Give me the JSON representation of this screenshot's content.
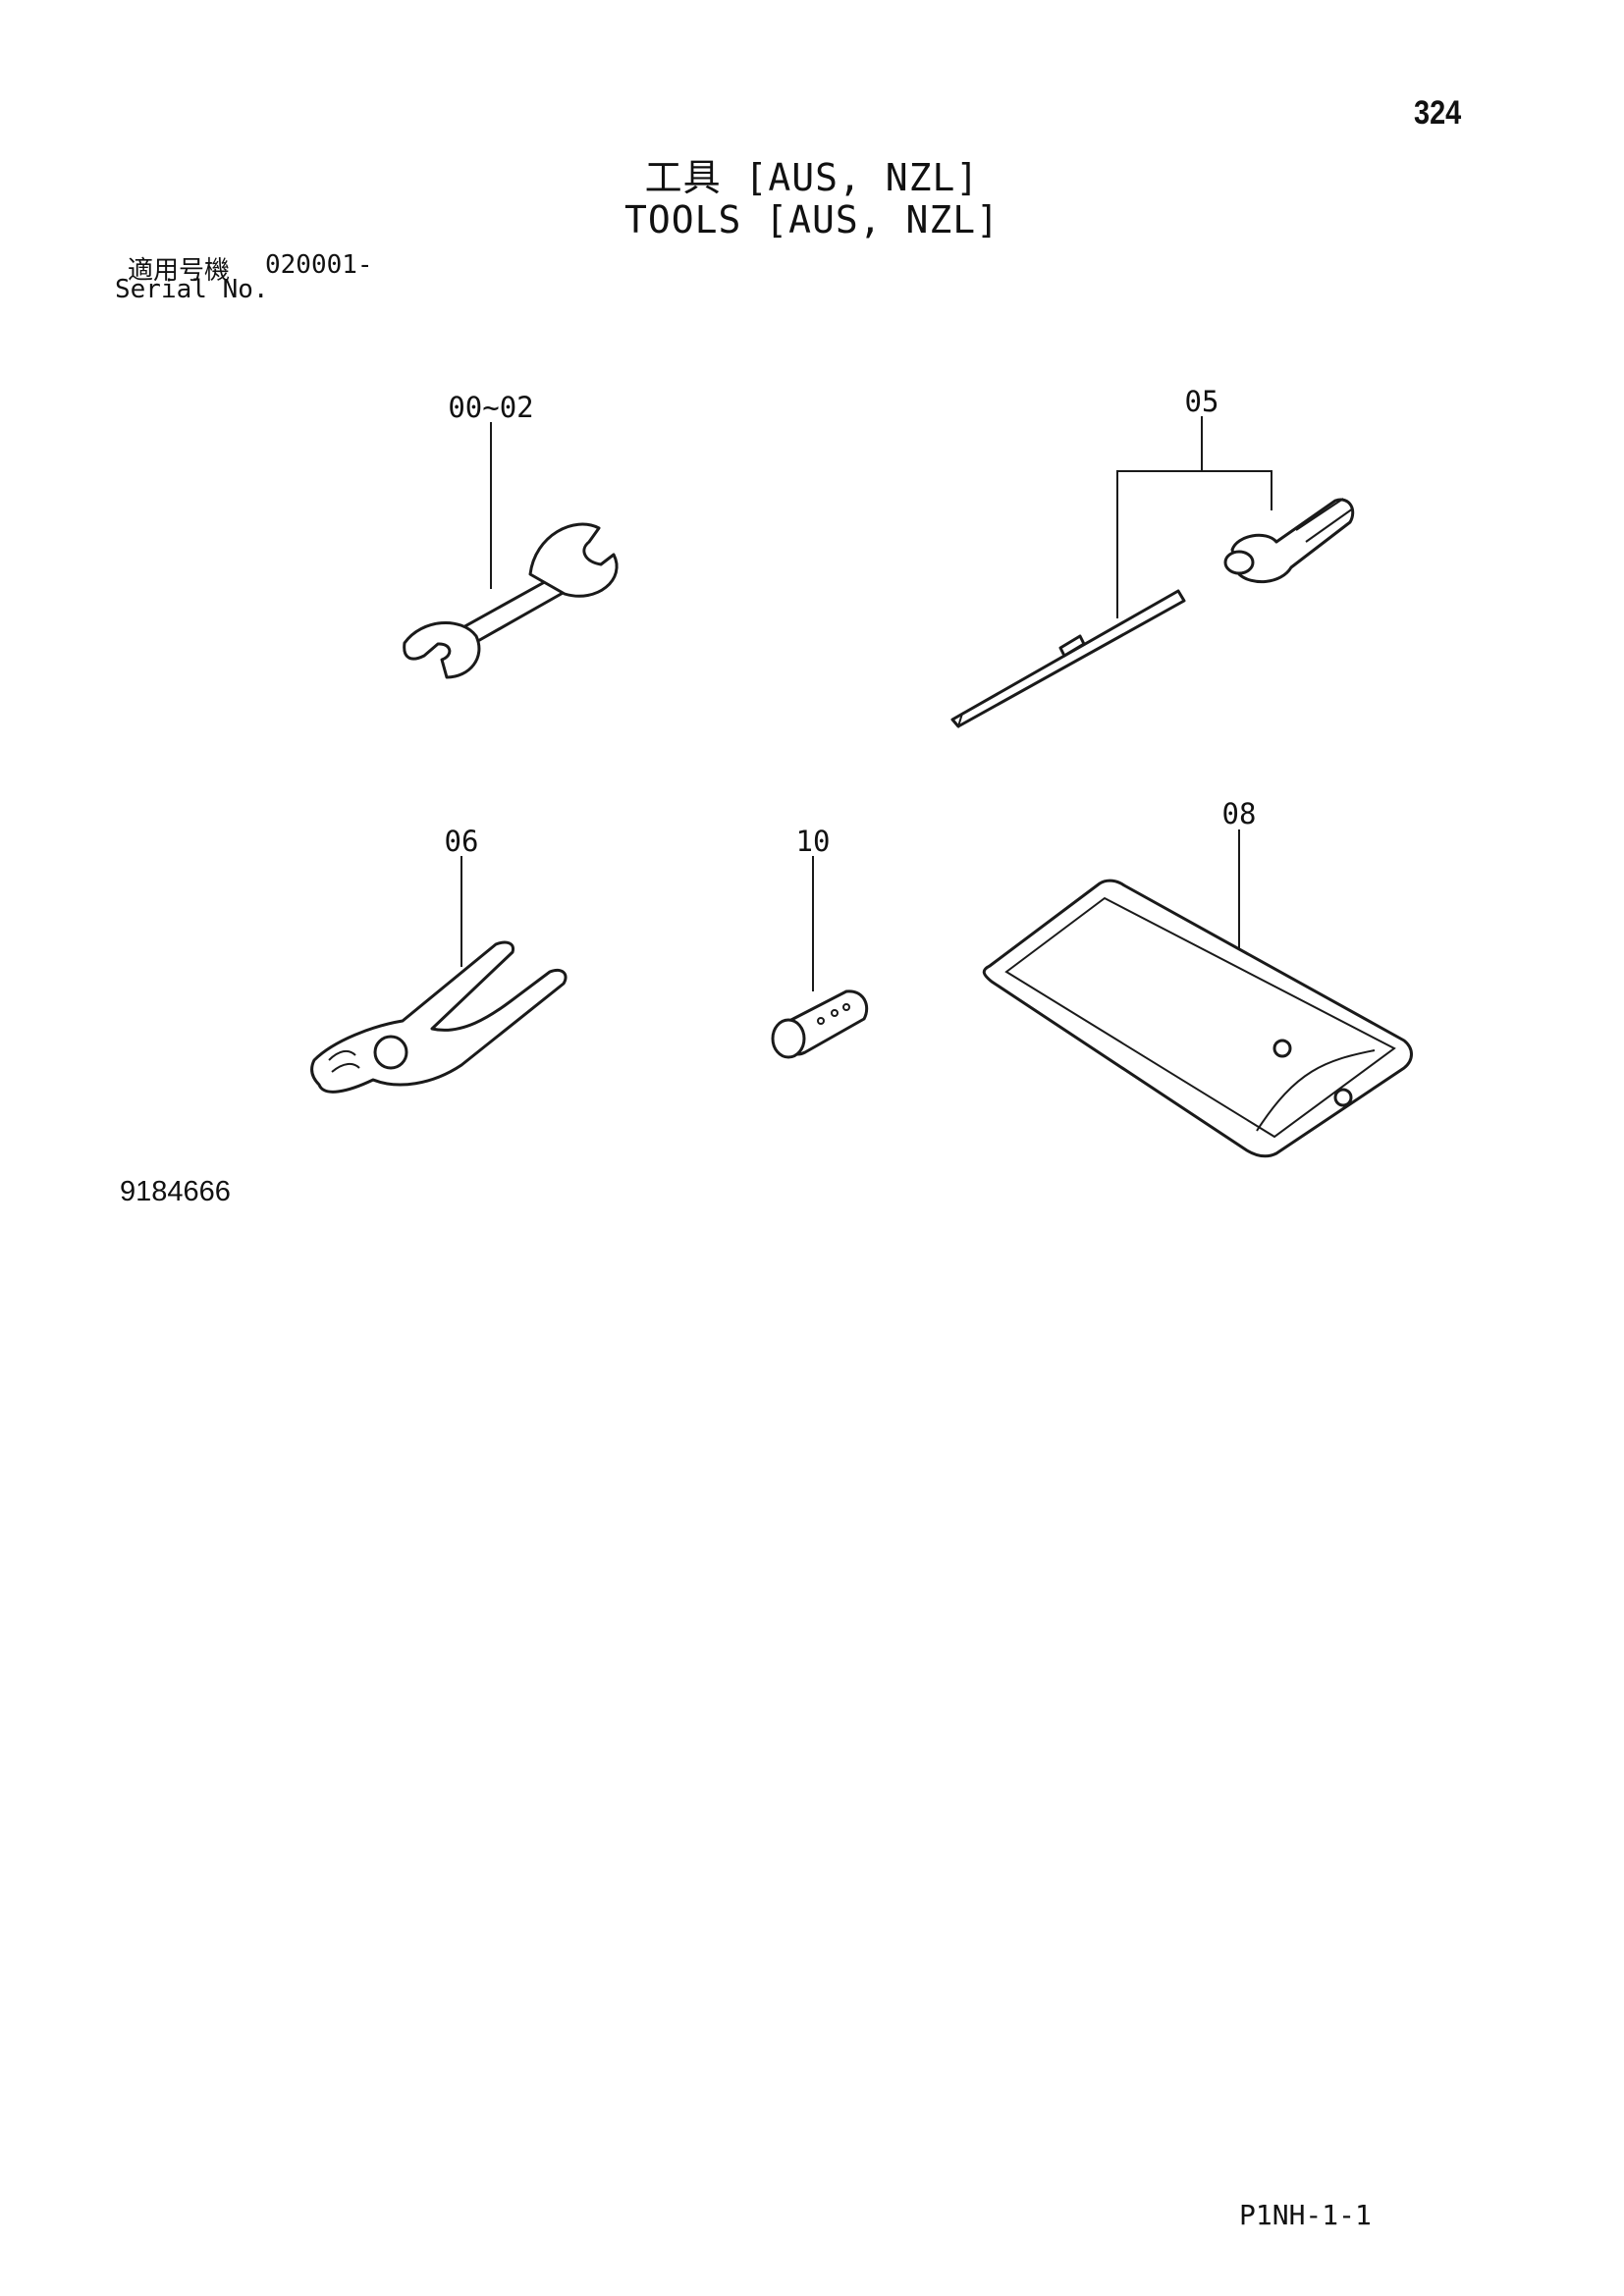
{
  "page": {
    "number": "324",
    "title_jp": "工具 [AUS, NZL]",
    "title_en": "TOOLS [AUS, NZL]",
    "serial_label_jp": "適用号機",
    "serial_value": "020001-",
    "serial_label_en": "Serial No.",
    "drawing_number": "9184666",
    "footer_code": "P1NH-1-1"
  },
  "parts": [
    {
      "callout": "00~02",
      "icon": "wrench-icon"
    },
    {
      "callout": "05",
      "icon": "screwdriver-icon"
    },
    {
      "callout": "06",
      "icon": "pliers-icon"
    },
    {
      "callout": "10",
      "icon": "socket-icon"
    },
    {
      "callout": "08",
      "icon": "tool-pouch-icon"
    }
  ]
}
